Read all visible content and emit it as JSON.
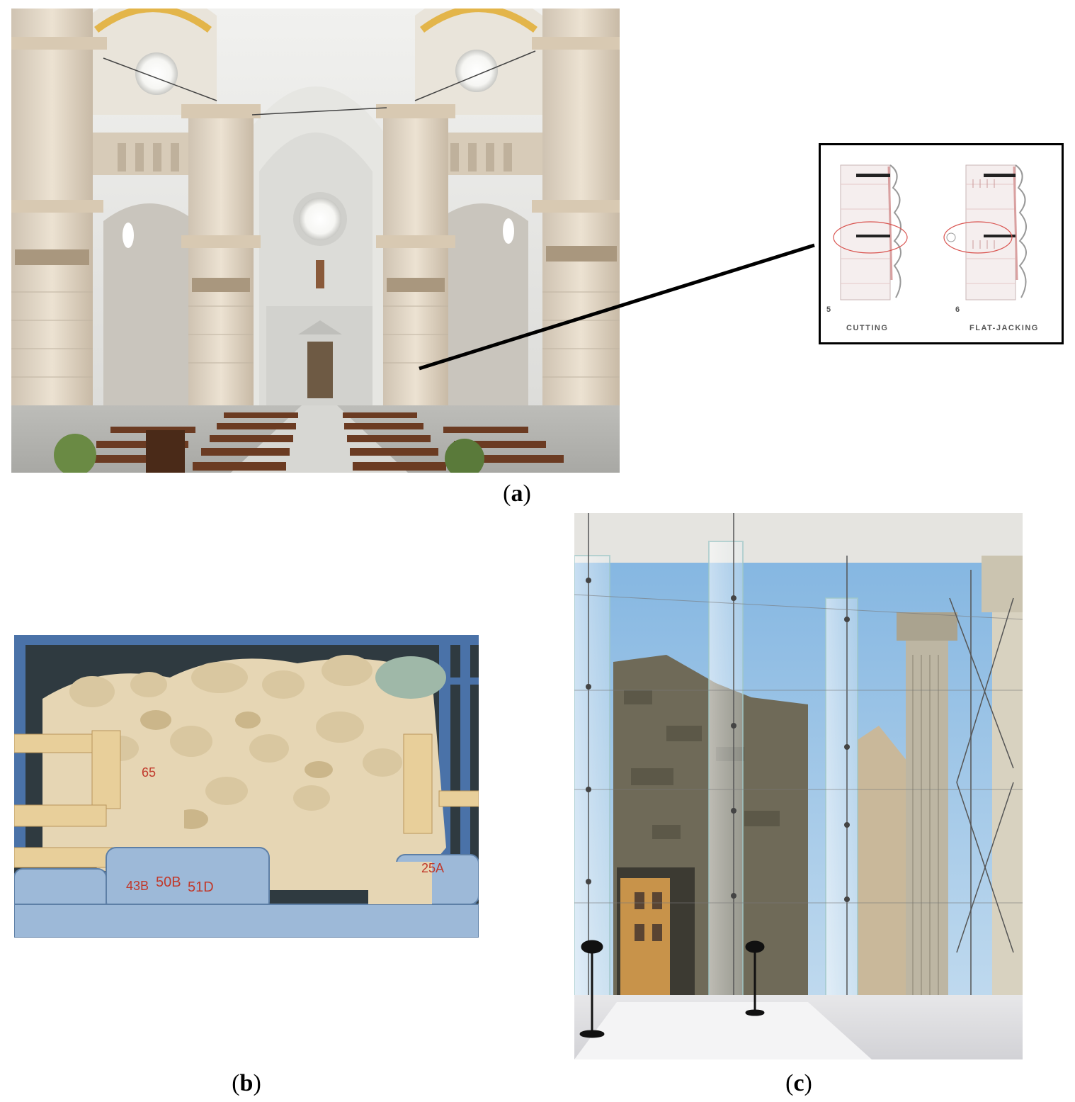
{
  "figure": {
    "panels": [
      {
        "id": "a",
        "caption_open": "(",
        "caption_letter": "a",
        "caption_close": ")"
      },
      {
        "id": "b",
        "caption_open": "(",
        "caption_letter": "b",
        "caption_close": ")"
      },
      {
        "id": "c",
        "caption_open": "(",
        "caption_letter": "c",
        "caption_close": ")"
      }
    ],
    "inset": {
      "step_5": "5",
      "step_6": "6",
      "label_cutting": "CUTTING",
      "label_flatjacking": "FLAT-JACKING"
    },
    "block_labels": [
      "65",
      "43B",
      "50B",
      "51D",
      "25A"
    ],
    "colors": {
      "stone_light": "#e8dcc6",
      "stone_pink": "#d9bfa8",
      "vault_white": "#eeeeea",
      "pew_brown": "#6b3b22",
      "scaffold_blue": "#4a72a8",
      "rubble": "#e6d6b4",
      "sky_blue": "#9cc4e6",
      "ochre_wall": "#c8934a",
      "red_circle": "#d9534f"
    }
  }
}
